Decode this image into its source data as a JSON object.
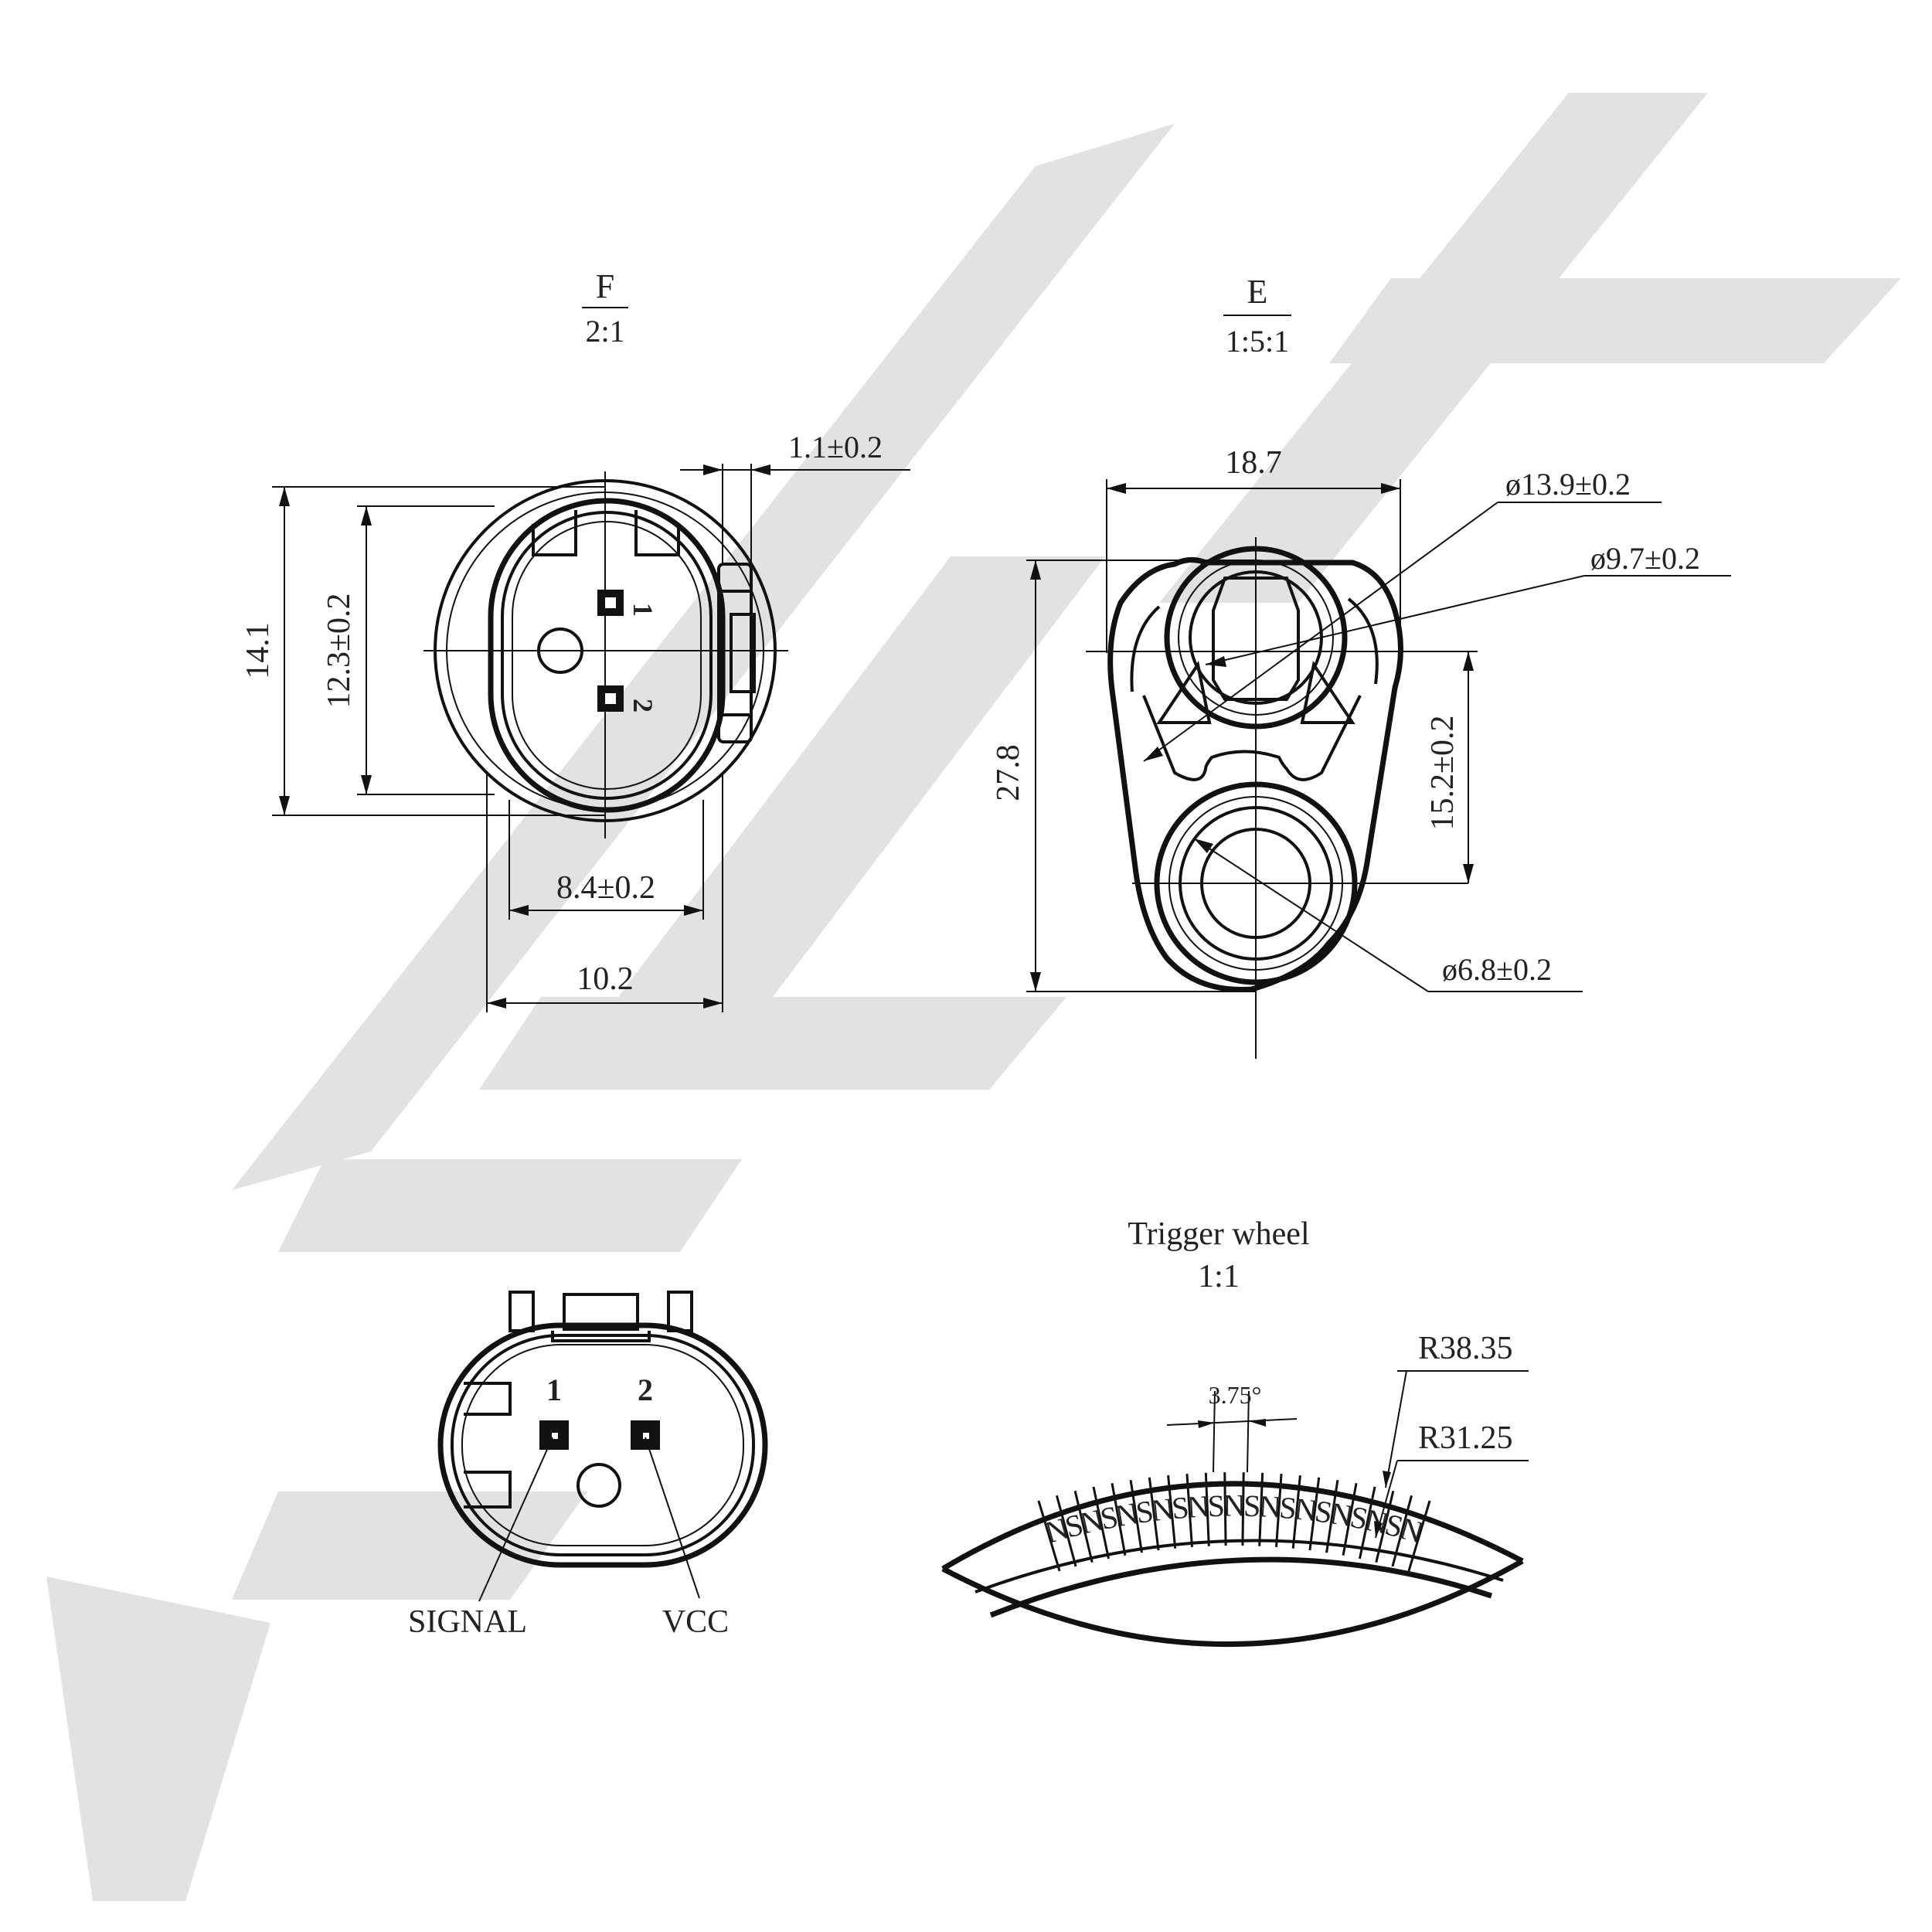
{
  "watermark": {
    "color": "#e2e2e2"
  },
  "view_f": {
    "letter": "F",
    "scale": "2:1",
    "dims": {
      "top_offset": "1.1±0.2",
      "height_total": "14.1",
      "height_inner": "12.3±0.2",
      "width_inner": "8.4±0.2",
      "width_total": "10.2"
    },
    "pins": [
      "1",
      "2"
    ]
  },
  "view_e": {
    "letter": "E",
    "scale": "1:5:1",
    "dims": {
      "width": "18.7",
      "dia_outer": "ø13.9±0.2",
      "dia_inner": "ø9.7±0.2",
      "height_total": "27.8",
      "hole_spacing": "15.2±0.2",
      "dia_hole": "ø6.8±0.2"
    }
  },
  "connector": {
    "pin1": "1",
    "pin2": "2",
    "label_signal": "SIGNAL",
    "label_vcc": "VCC"
  },
  "trigger": {
    "title": "Trigger wheel",
    "scale": "1:1",
    "angle": "3.75°",
    "r_outer": "R38.35",
    "r_inner": "R31.25",
    "poles": [
      "N",
      "S",
      "N",
      "S",
      "N",
      "S",
      "N",
      "S",
      "N",
      "S",
      "N",
      "S",
      "N",
      "S",
      "N",
      "S",
      "N",
      "S",
      "N",
      "S",
      "N"
    ]
  }
}
